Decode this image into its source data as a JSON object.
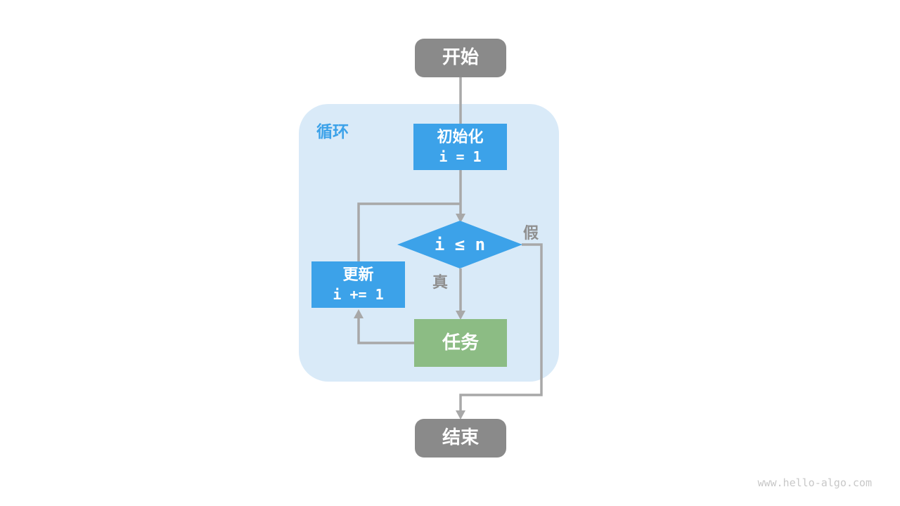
{
  "diagram": {
    "loop_label": "循环",
    "nodes": {
      "start": {
        "label": "开始"
      },
      "init": {
        "title": "初始化",
        "code": "i = 1"
      },
      "condition": {
        "code": "i ≤ n"
      },
      "update": {
        "title": "更新",
        "code": "i += 1"
      },
      "task": {
        "label": "任务"
      },
      "end": {
        "label": "结束"
      }
    },
    "edges": {
      "true_label": "真",
      "false_label": "假"
    },
    "colors": {
      "node_gray": "#8A8A8A",
      "accent_blue": "#3CA2E9",
      "task_green": "#8CBC84",
      "loop_bg": "#D9EAF8",
      "line_gray": "#A8A8A8",
      "label_gray": "#8F8F8F",
      "watermark_gray": "#C8C8C8"
    },
    "watermark": "www.hello-algo.com"
  }
}
